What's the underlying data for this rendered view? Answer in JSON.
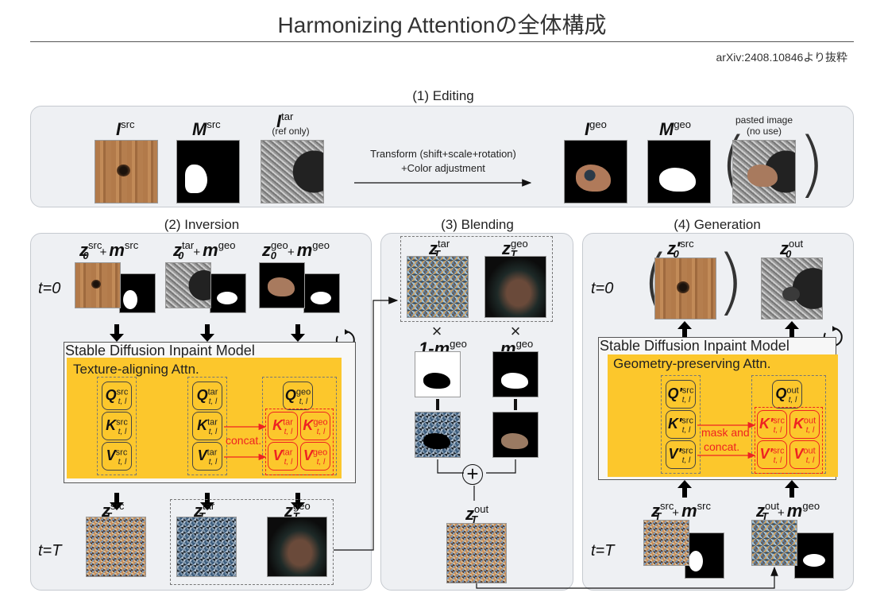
{
  "title": "Harmonizing Attentionの全体構成",
  "source": "arXiv:2408.10846より抜粋",
  "sections": {
    "editing": "(1) Editing",
    "inversion": "(2) Inversion",
    "blending": "(3) Blending",
    "generation": "(4) Generation"
  },
  "editing": {
    "i_src": {
      "base": "I",
      "sup": "src"
    },
    "m_src": {
      "base": "M",
      "sup": "src"
    },
    "i_tar": {
      "base": "I",
      "sup": "tar",
      "note": "(ref only)"
    },
    "transform_line1": "Transform (shift+scale+rotation)",
    "transform_line2": "+Color adjustment",
    "i_geo": {
      "base": "I",
      "sup": "geo"
    },
    "m_geo": {
      "base": "M",
      "sup": "geo"
    },
    "pasted_line1": "pasted image",
    "pasted_line2": "(no use)"
  },
  "inversion": {
    "t0": "t=0",
    "tT": "t=T",
    "z0_src": {
      "base": "z",
      "sub": "0",
      "sup": "src",
      "plus": "+",
      "m": "m",
      "msup": "src"
    },
    "z0_tar": {
      "base": "z",
      "sub": "0",
      "sup": "tar",
      "plus": "+",
      "m": "m",
      "msup": "geo"
    },
    "z0_geo": {
      "base": "z",
      "sub": "0",
      "sup": "geo",
      "plus": "+",
      "m": "m",
      "msup": "geo"
    },
    "model": "Stable Diffusion Inpaint Model",
    "attn": "Texture-aligning Attn.",
    "chips": {
      "q_src": {
        "v": "Q",
        "sup": "src",
        "sub": "t, l"
      },
      "k_src": {
        "v": "K",
        "sup": "src",
        "sub": "t, l"
      },
      "v_src": {
        "v": "V",
        "sup": "src",
        "sub": "t, l"
      },
      "q_tar": {
        "v": "Q",
        "sup": "tar",
        "sub": "t, l"
      },
      "k_tar": {
        "v": "K",
        "sup": "tar",
        "sub": "t, l"
      },
      "v_tar": {
        "v": "V",
        "sup": "tar",
        "sub": "t, l"
      },
      "q_geo": {
        "v": "Q",
        "sup": "geo",
        "sub": "t, l"
      },
      "k_tar_r": {
        "v": "K",
        "sup": "tar",
        "sub": "t, l"
      },
      "k_geo_r": {
        "v": "K",
        "sup": "geo",
        "sub": "t, l"
      },
      "v_tar_r": {
        "v": "V",
        "sup": "tar",
        "sub": "t, l"
      },
      "v_geo_r": {
        "v": "V",
        "sup": "geo",
        "sub": "t, l"
      }
    },
    "concat": "concat.",
    "zT_src": {
      "base": "z",
      "sub": "T",
      "sup": "src"
    },
    "zT_tar": {
      "base": "z",
      "sub": "T",
      "sup": "tar"
    },
    "zT_geo": {
      "base": "z",
      "sub": "T",
      "sup": "geo"
    }
  },
  "blending": {
    "zT_tar": {
      "base": "z",
      "sub": "T",
      "sup": "tar"
    },
    "zT_geo": {
      "base": "z",
      "sub": "T",
      "sup": "geo"
    },
    "times": "×",
    "one_minus": {
      "pre": "1-",
      "base": "m",
      "sup": "geo"
    },
    "m_geo": {
      "base": "m",
      "sup": "geo"
    },
    "plus_circle": "+",
    "zT_out": {
      "base": "z",
      "sub": "T",
      "sup": "out"
    }
  },
  "generation": {
    "t0": "t=0",
    "tT": "t=T",
    "z0_src_prime": {
      "base": "z'",
      "sub": "0",
      "sup": "src"
    },
    "z0_out": {
      "base": "z",
      "sub": "0",
      "sup": "out"
    },
    "model": "Stable Diffusion Inpaint Model",
    "attn": "Geometry-preserving Attn.",
    "chips": {
      "q_src": {
        "v": "Q'",
        "sup": "src",
        "sub": "t, l"
      },
      "k_src": {
        "v": "K'",
        "sup": "src",
        "sub": "t, l"
      },
      "v_src": {
        "v": "V'",
        "sup": "src",
        "sub": "t, l"
      },
      "q_out": {
        "v": "Q",
        "sup": "out",
        "sub": "t, l"
      },
      "k_src_r": {
        "v": "K'",
        "sup": "src",
        "sub": "t, l"
      },
      "k_out_r": {
        "v": "K",
        "sup": "out",
        "sub": "t, l"
      },
      "v_src_r": {
        "v": "V'",
        "sup": "src",
        "sub": "t, l"
      },
      "v_out_r": {
        "v": "V",
        "sup": "out",
        "sub": "t, l"
      }
    },
    "mask_concat_line1": "mask and",
    "mask_concat_line2": "concat.",
    "zT_src": {
      "base": "z",
      "sub": "T",
      "sup": "src",
      "plus": "+",
      "m": "m",
      "msup": "src"
    },
    "zT_out": {
      "base": "z",
      "sub": "T",
      "sup": "out",
      "plus": "+",
      "m": "m",
      "msup": "geo"
    }
  },
  "colors": {
    "attn_fill": "#fcc72c",
    "highlight": "#e22222",
    "panel": "#eef0f3"
  }
}
